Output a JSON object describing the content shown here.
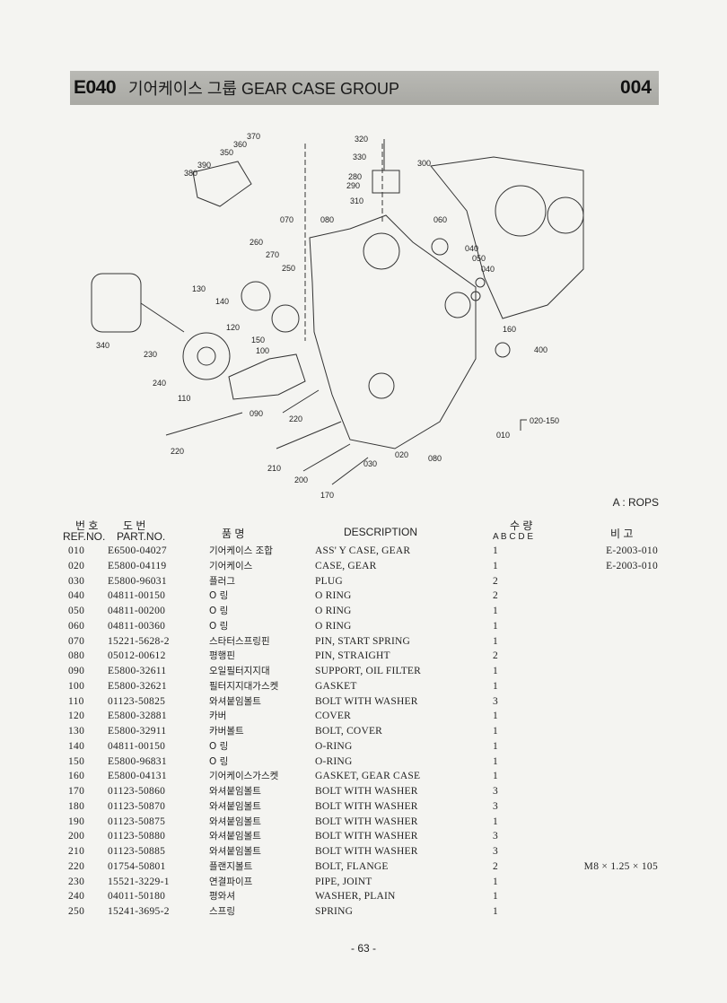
{
  "header": {
    "code": "E040",
    "title": "기어케이스 그룹  GEAR CASE GROUP",
    "page_code": "004"
  },
  "diagram": {
    "labels": [
      "370",
      "360",
      "350",
      "390",
      "380",
      "320",
      "330",
      "300",
      "280",
      "290",
      "310",
      "070",
      "080",
      "060",
      "040",
      "050",
      "040",
      "260",
      "270",
      "250",
      "130",
      "140",
      "120",
      "150",
      "100",
      "160",
      "400",
      "340",
      "230",
      "240",
      "110",
      "090",
      "220",
      "220",
      "210",
      "200",
      "030",
      "020",
      "080",
      "170",
      "020-150",
      "010"
    ],
    "note": "A : ROPS"
  },
  "columns": {
    "ref_kr": "번 호",
    "ref_en": "REF.NO.",
    "part_kr": "도  번",
    "part_en": "PART.NO.",
    "name_kr": "품    명",
    "desc_en": "DESCRIPTION",
    "qty_kr": "수    량",
    "qty_sub": "A  B  C  D  E",
    "remark_kr": "비  고"
  },
  "rows": [
    {
      "ref": "010",
      "part": "E6500-04027",
      "kr": "기어케이스 조합",
      "desc": "ASS' Y CASE, GEAR",
      "qty": "1",
      "remark": "E-2003-010"
    },
    {
      "ref": "020",
      "part": "E5800-04119",
      "kr": "기어케이스",
      "desc": "CASE, GEAR",
      "qty": "1",
      "remark": "E-2003-010"
    },
    {
      "ref": "030",
      "part": "E5800-96031",
      "kr": "플러그",
      "desc": "PLUG",
      "qty": "2",
      "remark": ""
    },
    {
      "ref": "040",
      "part": "04811-00150",
      "kr": "O 링",
      "desc": "O RING",
      "qty": "2",
      "remark": ""
    },
    {
      "ref": "050",
      "part": "04811-00200",
      "kr": "O 링",
      "desc": "O RING",
      "qty": "1",
      "remark": ""
    },
    {
      "ref": "060",
      "part": "04811-00360",
      "kr": "O 링",
      "desc": "O RING",
      "qty": "1",
      "remark": ""
    },
    {
      "ref": "070",
      "part": "15221-5628-2",
      "kr": "스타터스프링핀",
      "desc": "PIN, START SPRING",
      "qty": "1",
      "remark": ""
    },
    {
      "ref": "080",
      "part": "05012-00612",
      "kr": "평행핀",
      "desc": "PIN, STRAIGHT",
      "qty": "2",
      "remark": ""
    },
    {
      "ref": "090",
      "part": "E5800-32611",
      "kr": "오일필터지지대",
      "desc": "SUPPORT, OIL FILTER",
      "qty": "1",
      "remark": ""
    },
    {
      "ref": "100",
      "part": "E5800-32621",
      "kr": "필터지지대가스켓",
      "desc": "GASKET",
      "qty": "1",
      "remark": ""
    },
    {
      "ref": "110",
      "part": "01123-50825",
      "kr": "와셔붙임볼트",
      "desc": "BOLT WITH WASHER",
      "qty": "3",
      "remark": ""
    },
    {
      "ref": "120",
      "part": "E5800-32881",
      "kr": "카버",
      "desc": "COVER",
      "qty": "1",
      "remark": ""
    },
    {
      "ref": "130",
      "part": "E5800-32911",
      "kr": "카버볼트",
      "desc": "BOLT, COVER",
      "qty": "1",
      "remark": ""
    },
    {
      "ref": "140",
      "part": "04811-00150",
      "kr": "O 링",
      "desc": "O-RING",
      "qty": "1",
      "remark": ""
    },
    {
      "ref": "150",
      "part": "E5800-96831",
      "kr": "O 링",
      "desc": "O-RING",
      "qty": "1",
      "remark": ""
    },
    {
      "ref": "160",
      "part": "E5800-04131",
      "kr": "기어케이스가스켓",
      "desc": "GASKET, GEAR CASE",
      "qty": "1",
      "remark": ""
    },
    {
      "ref": "170",
      "part": "01123-50860",
      "kr": "와셔붙임볼트",
      "desc": "BOLT WITH WASHER",
      "qty": "3",
      "remark": ""
    },
    {
      "ref": "180",
      "part": "01123-50870",
      "kr": "와셔붙임볼트",
      "desc": "BOLT WITH WASHER",
      "qty": "3",
      "remark": ""
    },
    {
      "ref": "190",
      "part": "01123-50875",
      "kr": "와셔붙임볼트",
      "desc": "BOLT WITH WASHER",
      "qty": "1",
      "remark": ""
    },
    {
      "ref": "200",
      "part": "01123-50880",
      "kr": "와셔붙임볼트",
      "desc": "BOLT WITH WASHER",
      "qty": "3",
      "remark": ""
    },
    {
      "ref": "210",
      "part": "01123-50885",
      "kr": "와셔붙임볼트",
      "desc": "BOLT WITH WASHER",
      "qty": "3",
      "remark": ""
    },
    {
      "ref": "220",
      "part": "01754-50801",
      "kr": "플랜지볼트",
      "desc": "BOLT, FLANGE",
      "qty": "2",
      "remark": "M8 × 1.25 × 105"
    },
    {
      "ref": "230",
      "part": "15521-3229-1",
      "kr": "연결파이프",
      "desc": "PIPE, JOINT",
      "qty": "1",
      "remark": ""
    },
    {
      "ref": "240",
      "part": "04011-50180",
      "kr": "평와셔",
      "desc": "WASHER, PLAIN",
      "qty": "1",
      "remark": ""
    },
    {
      "ref": "250",
      "part": "15241-3695-2",
      "kr": "스프링",
      "desc": "SPRING",
      "qty": "1",
      "remark": ""
    }
  ],
  "footer": {
    "page_number": "- 63 -"
  }
}
